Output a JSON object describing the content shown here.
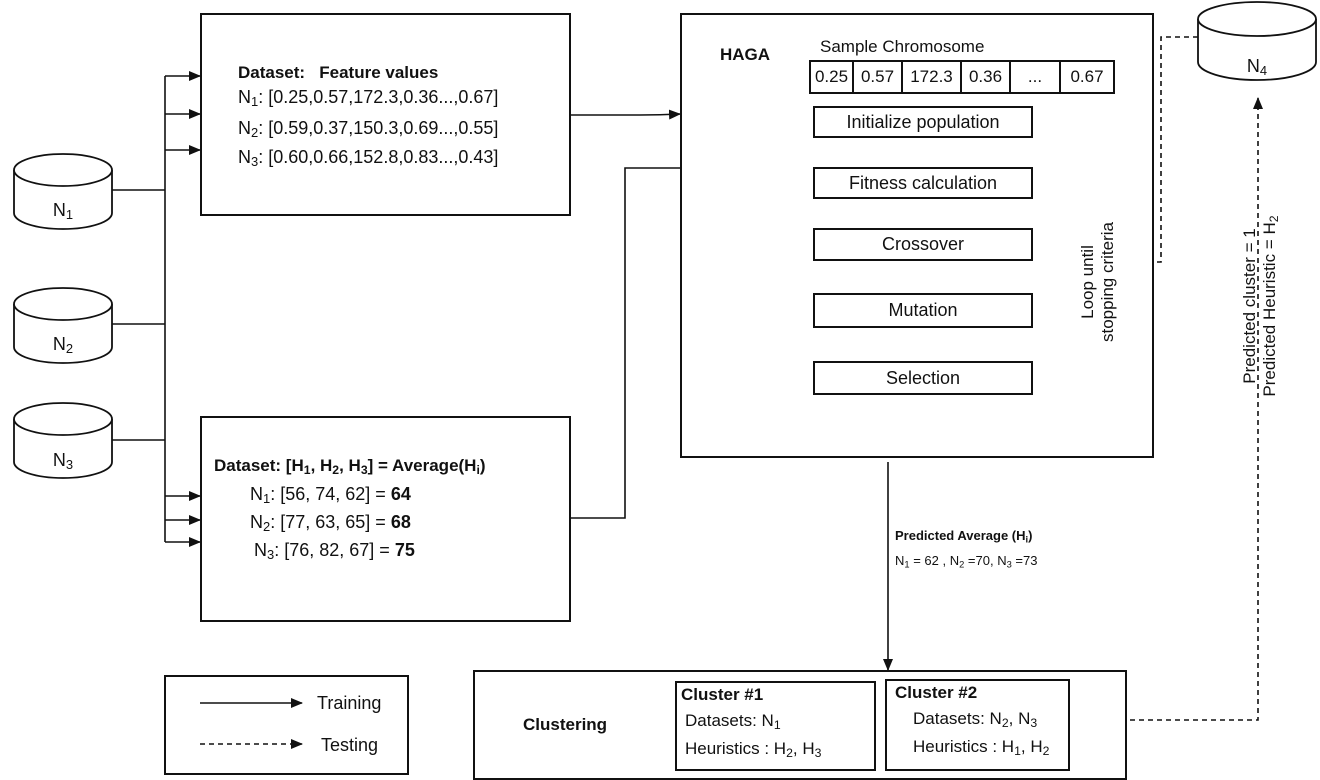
{
  "datasets_box": {
    "header_a": "Dataset:",
    "header_b": "Feature values",
    "rows": [
      {
        "n": "N",
        "sub": "1",
        "values": ": [0.25,0.57,172.3,0.36...,0.67]"
      },
      {
        "n": "N",
        "sub": "2",
        "values": ": [0.59,0.37,150.3,0.69...,0.55]"
      },
      {
        "n": "N",
        "sub": "3",
        "values": ": [0.60,0.66,152.8,0.83...,0.43]"
      }
    ]
  },
  "heuristics_box": {
    "header": {
      "pre": "Dataset: [H",
      "s1": "1",
      "m1": ", H",
      "s2": "2",
      "m2": ", H",
      "s3": "3",
      "post": "] = Average(H",
      "si": "i",
      "end": ")"
    },
    "rows": [
      {
        "n": "N",
        "sub": "1",
        "values": ": [56, 74, 62] = ",
        "avg": "64"
      },
      {
        "n": "N",
        "sub": "2",
        "values": ": [77, 63, 65] = ",
        "avg": "68"
      },
      {
        "n": "N",
        "sub": "3",
        "values": ": [76, 82, 67] = ",
        "avg": "75"
      }
    ]
  },
  "databases": [
    {
      "n": "N",
      "sub": "1"
    },
    {
      "n": "N",
      "sub": "2"
    },
    {
      "n": "N",
      "sub": "3"
    },
    {
      "n": "N",
      "sub": "4"
    }
  ],
  "haga": {
    "title": "HAGA",
    "chromosome_label": "Sample Chromosome",
    "chromosome": [
      "0.25",
      "0.57",
      "172.3",
      "0.36",
      "...",
      "0.67"
    ],
    "steps": [
      "Initialize population",
      "Fitness calculation",
      "Crossover",
      "Mutation",
      "Selection"
    ],
    "loop_line1": "Loop until",
    "loop_line2": "stopping criteria"
  },
  "predicted_average": {
    "title_pre": "Predicted Average (H",
    "title_sub": "i",
    "title_post": ")",
    "v1": "N",
    "s1": "1",
    "r1": " = 62 , ",
    "v2": "N",
    "s2": "2",
    "r2": " =70, ",
    "v3": "N",
    "s3": "3",
    "r3": " =73"
  },
  "prediction": {
    "line1": "Predicted cluster = 1",
    "line2_pre": "Predicted Heuristic = H",
    "line2_sub": "2"
  },
  "clustering": {
    "label": "Clustering",
    "clusters": [
      {
        "title": "Cluster #1",
        "ds_pre": "Datasets: N",
        "ds_s1": "1",
        "ds_mid": "",
        "ds_s2": "",
        "h_pre": "Heuristics : H",
        "h_s1": "2",
        "h_mid": ", H",
        "h_s2": "3"
      },
      {
        "title": "Cluster #2",
        "ds_pre": "Datasets: N",
        "ds_s1": "2",
        "ds_mid": ", N",
        "ds_s2": "3",
        "h_pre": "Heuristics : H",
        "h_s1": "1",
        "h_mid": ", H",
        "h_s2": "2"
      }
    ]
  },
  "legend": {
    "training": "Training",
    "testing": "Testing"
  }
}
